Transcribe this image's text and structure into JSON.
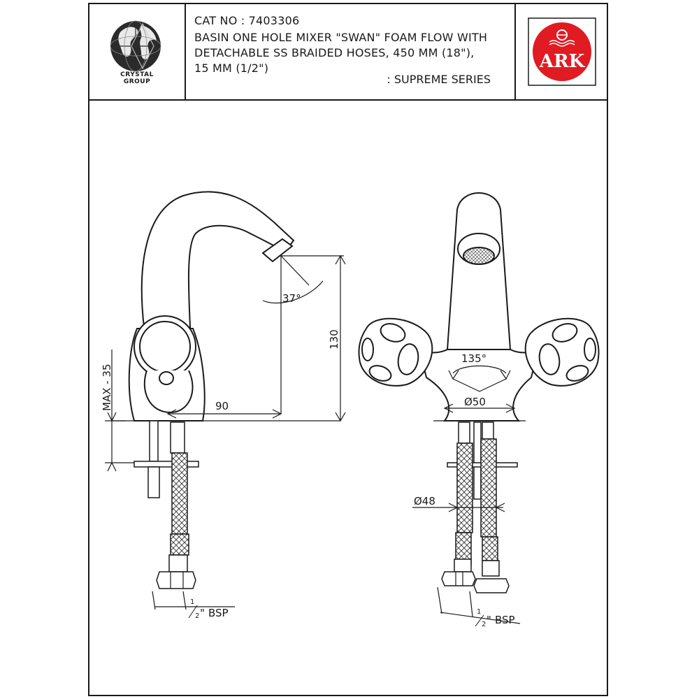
{
  "header": {
    "cat_label": "CAT NO :",
    "cat_number": "7403306",
    "title_lines": [
      "BASIN ONE HOLE MIXER \"SWAN\" FOAM FLOW WITH",
      "DETACHABLE SS BRAIDED HOSES, 450 MM (18\"),",
      "15 MM (1/2\")"
    ],
    "series": ": SUPREME SERIES"
  },
  "logo": {
    "icon": "globe-icon",
    "caption_line1": "CRYSTAL",
    "caption_line2": "GROUP"
  },
  "brand": {
    "icon": "ark-logo-icon",
    "name": "ARK",
    "color": "#e11b22"
  },
  "dimensions": {
    "spout_angle": "37°",
    "height": "130",
    "reach": "90",
    "max_deck": "MAX - 35",
    "handle_angle": "135°",
    "base_dia": "Ø50",
    "hose_dia": "Ø48",
    "thread_left": "BSP",
    "thread_right": "BSP",
    "thread_fraction_num": "1",
    "thread_fraction_den": "2",
    "thread_inch": "\""
  }
}
